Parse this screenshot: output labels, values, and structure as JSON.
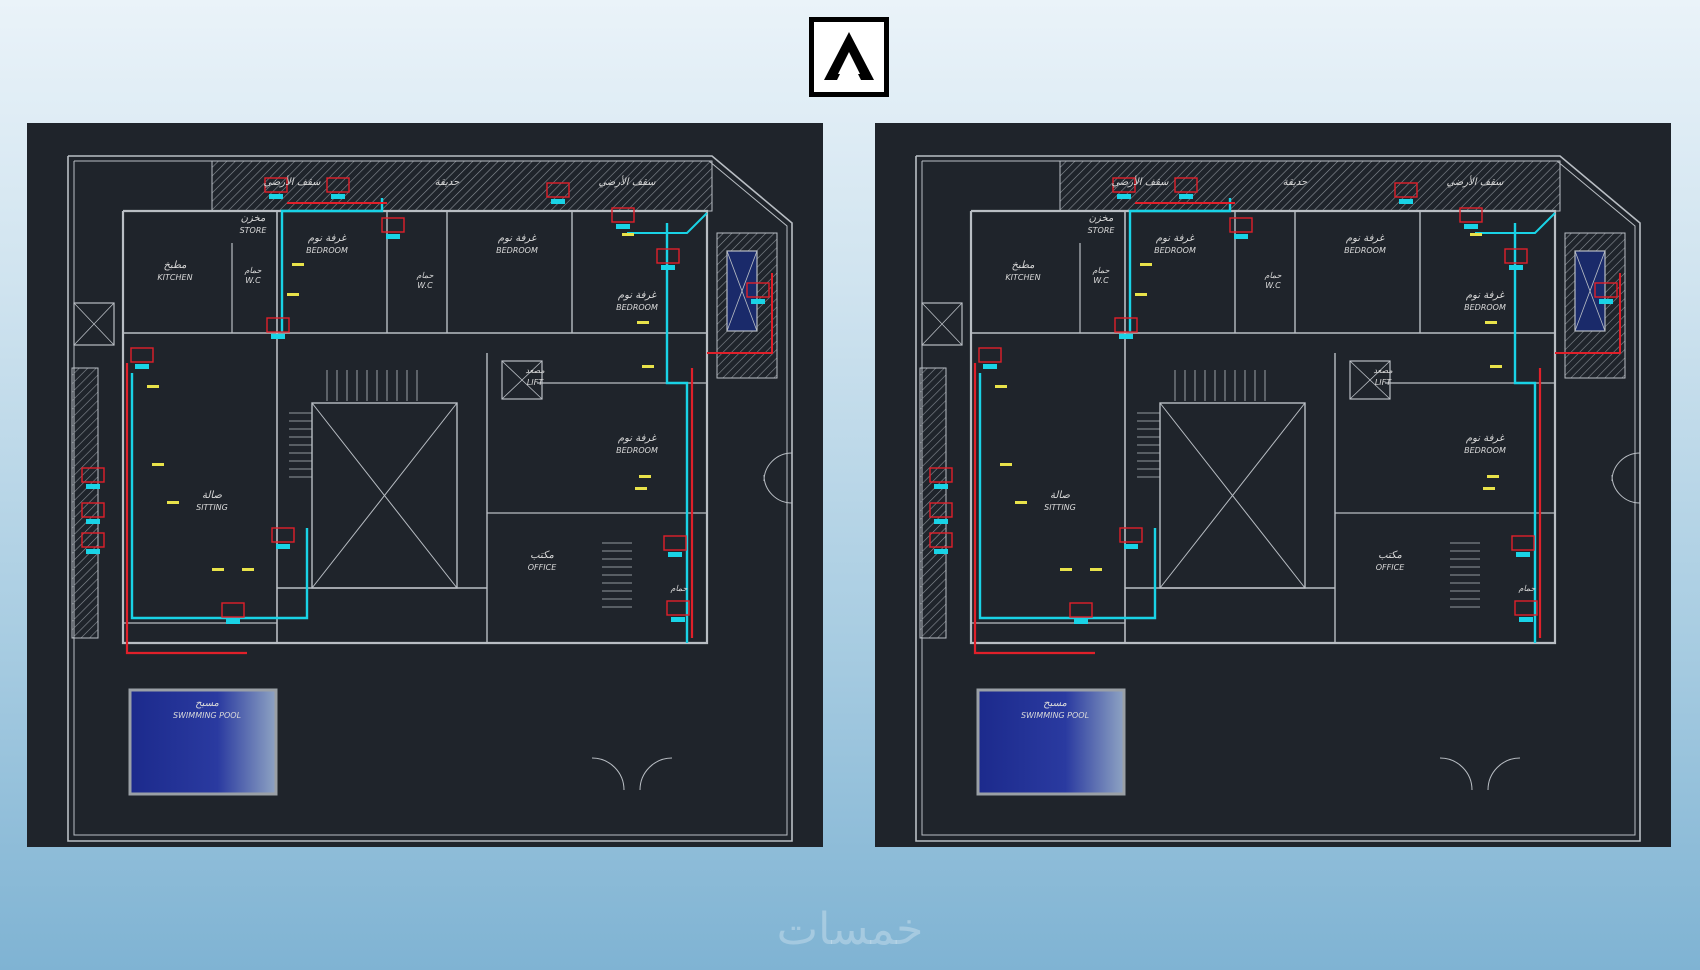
{
  "logo": {
    "letter": "A"
  },
  "watermark": "خمسات",
  "plans": [
    {
      "id": "left",
      "labels": {
        "kitchen_ar": "مطبخ",
        "kitchen_en": "KITCHEN",
        "store_ar": "مخزن",
        "store_en": "STORE",
        "bed1_ar": "غرفة نوم",
        "bed1_en": "BEDROOM",
        "bed2_ar": "غرفة نوم",
        "bed2_en": "BEDROOM",
        "bed3_ar": "غرفة نوم",
        "bed3_en": "BEDROOM",
        "bed4_ar": "غرفة نوم",
        "bed4_en": "BEDROOM",
        "wc1_ar": "حمام",
        "wc1_en": "W.C",
        "wc2_ar": "حمام",
        "wc2_en": "W.C",
        "wc3_ar": "حمام",
        "lift_ar": "مصعد",
        "lift_en": "LIFT",
        "sitting_ar": "صالة",
        "sitting_en": "SITTING",
        "office_ar": "مكتب",
        "office_en": "OFFICE",
        "pool_ar": "مسبح",
        "pool_en": "SWIMMING POOL",
        "roof1_ar": "سقف الأرضي",
        "roof2_ar": "حديقة",
        "roof3_ar": "سقف الأرضي"
      }
    },
    {
      "id": "right",
      "labels": {
        "kitchen_ar": "مطبخ",
        "kitchen_en": "KITCHEN",
        "store_ar": "مخزن",
        "store_en": "STORE",
        "bed1_ar": "غرفة نوم",
        "bed1_en": "BEDROOM",
        "bed2_ar": "غرفة نوم",
        "bed2_en": "BEDROOM",
        "bed3_ar": "غرفة نوم",
        "bed3_en": "BEDROOM",
        "bed4_ar": "غرفة نوم",
        "bed4_en": "BEDROOM",
        "wc1_ar": "حمام",
        "wc1_en": "W.C",
        "wc2_ar": "حمام",
        "wc2_en": "W.C",
        "wc3_ar": "حمام",
        "lift_ar": "مصعد",
        "lift_en": "LIFT",
        "sitting_ar": "صالة",
        "sitting_en": "SITTING",
        "office_ar": "مكتب",
        "office_en": "OFFICE",
        "pool_ar": "مسبح",
        "pool_en": "SWIMMING POOL",
        "roof1_ar": "سقف الأرضي",
        "roof2_ar": "حديقة",
        "roof3_ar": "سقف الأرضي"
      }
    }
  ],
  "colors": {
    "background": "#1f242b",
    "wall": "#b9bec4",
    "pipe_cyan": "#19d3e6",
    "pipe_red": "#e0202a",
    "unit_yellow": "#e8e24a",
    "pool_blue": "#1c2a8c"
  }
}
